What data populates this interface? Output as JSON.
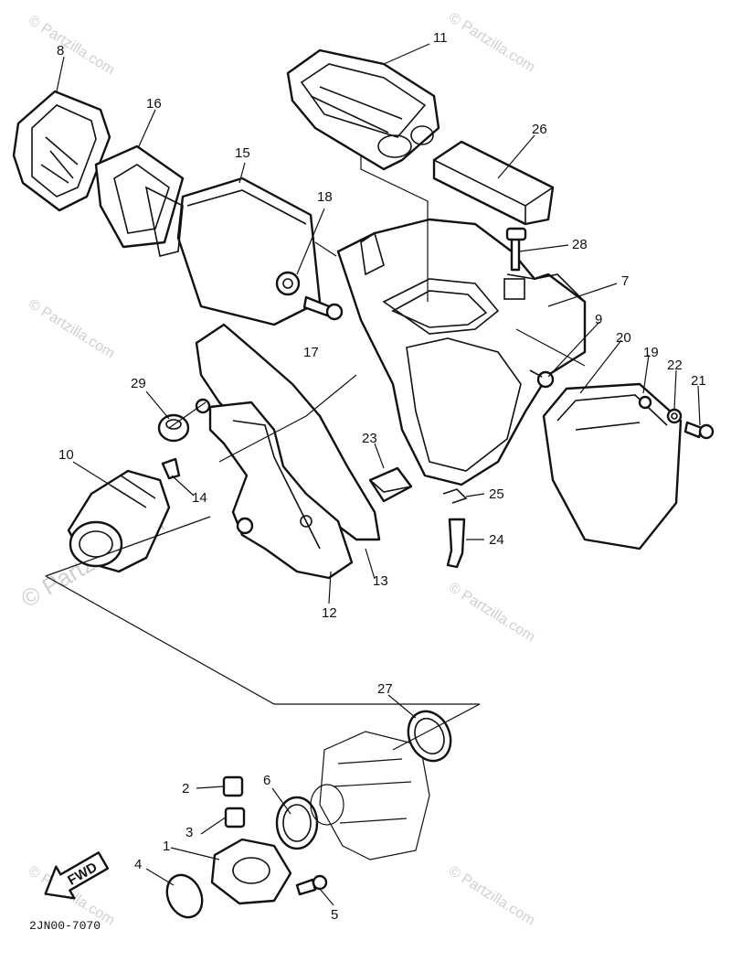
{
  "watermark": {
    "text": "© Partzilla.com",
    "small_text": "© Partzilla.com"
  },
  "callouts": {
    "p1": "1",
    "p2": "2",
    "p3": "3",
    "p4": "4",
    "p5": "5",
    "p6": "6",
    "p7": "7",
    "p8": "8",
    "p9": "9",
    "p10": "10",
    "p11": "11",
    "p12": "12",
    "p13": "13",
    "p14": "14",
    "p15": "15",
    "p16": "16",
    "p17": "17",
    "p18": "18",
    "p19": "19",
    "p20": "20",
    "p21": "21",
    "p22": "22",
    "p23": "23",
    "p24": "24",
    "p25": "25",
    "p26": "26",
    "p27": "27",
    "p28": "28",
    "p29": "29"
  },
  "fwd_label": "FWD",
  "diagram_code": "2JN00-7070"
}
